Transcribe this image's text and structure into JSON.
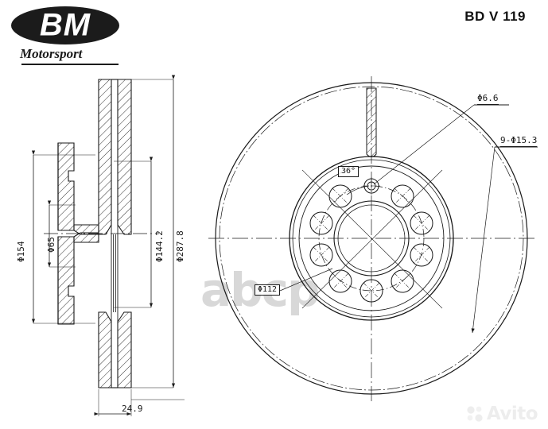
{
  "header": {
    "brand_mark": "BM",
    "brand_tagline": "Motorsport",
    "title": "BD V 119"
  },
  "watermarks": {
    "center": "abcp",
    "corner": "Avito"
  },
  "colors": {
    "line": "#1a1a1a",
    "logo_fill": "#1b1b1b",
    "watermark_center": "#d8d8d8",
    "watermark_corner": "#ededed",
    "background": "#ffffff"
  },
  "drawing": {
    "type": "brake-disc-technical-drawing",
    "views": [
      {
        "name": "section-view",
        "position": "left"
      },
      {
        "name": "face-view",
        "position": "right"
      }
    ]
  },
  "dimensions": {
    "outer_diameter": "Φ287.8",
    "friction_ring_inner_diameter": "Φ144.2",
    "hat_outer_diameter": "Φ154",
    "center_bore_diameter": "Φ65",
    "bolt_circle_diameter": "Φ112",
    "thickness": "24.9",
    "small_hole_diameter": "Φ6.6",
    "bolt_hole_callout": "9-Φ15.3",
    "hole_angle": "36°"
  }
}
